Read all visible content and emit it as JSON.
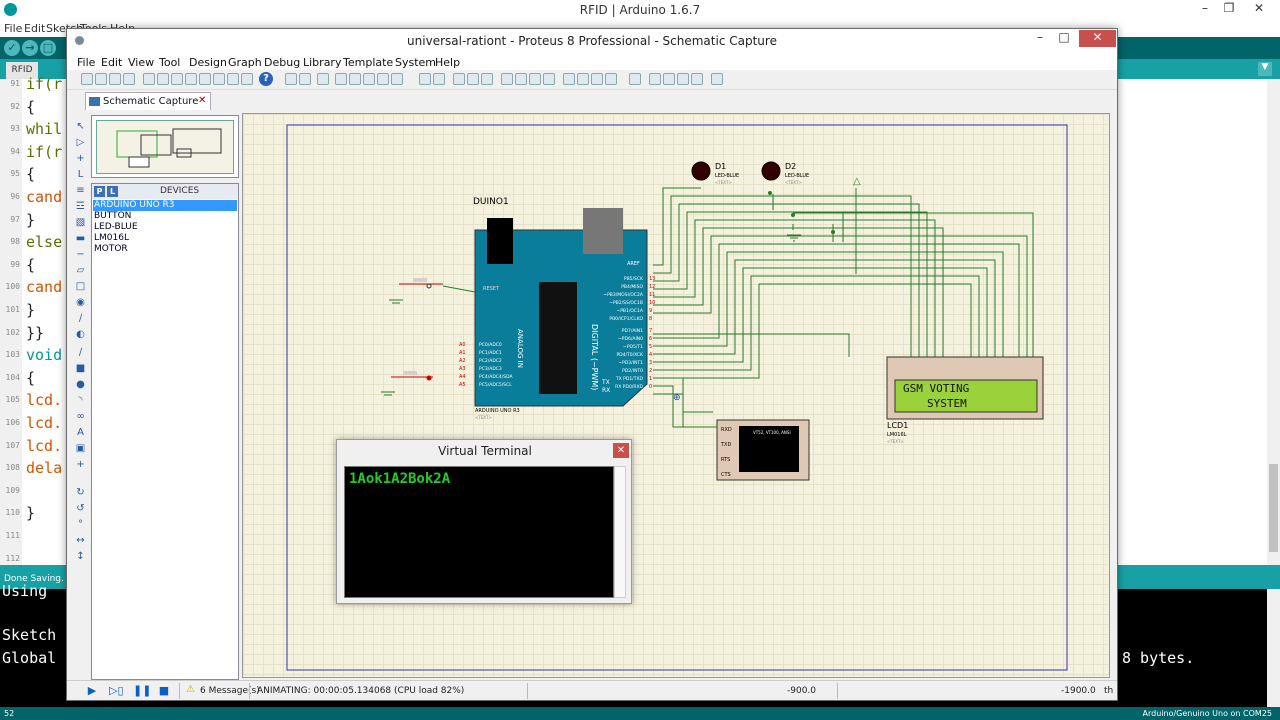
{
  "arduino": {
    "title": "RFID | Arduino 1.6.7",
    "menu": [
      "File",
      "Edit",
      "Sketch",
      "Tools",
      "Help"
    ],
    "tab": "RFID",
    "code_lines": [
      {
        "n": "91",
        "t": "if(r"
      },
      {
        "n": "92",
        "t": "{"
      },
      {
        "n": "93",
        "t": "whil"
      },
      {
        "n": "94",
        "t": "if(r"
      },
      {
        "n": "95",
        "t": "{"
      },
      {
        "n": "96",
        "t": "cand"
      },
      {
        "n": "97",
        "t": "}"
      },
      {
        "n": "98",
        "t": "else"
      },
      {
        "n": "99",
        "t": "{"
      },
      {
        "n": "100",
        "t": "cand"
      },
      {
        "n": "101",
        "t": "}"
      },
      {
        "n": "102",
        "t": "}}"
      },
      {
        "n": "103",
        "t": "void"
      },
      {
        "n": "104",
        "t": "{"
      },
      {
        "n": "105",
        "t": "lcd."
      },
      {
        "n": "106",
        "t": "lcd."
      },
      {
        "n": "107",
        "t": "lcd."
      },
      {
        "n": "108",
        "t": "dela"
      },
      {
        "n": "109",
        "t": ""
      },
      {
        "n": "110",
        "t": "}"
      },
      {
        "n": "111",
        "t": ""
      },
      {
        "n": "112",
        "t": ""
      }
    ],
    "status": "Done Saving.",
    "console": {
      "line1": "Using",
      "line2": "Sketch",
      "line3": "Global",
      "bytes": "8 bytes."
    },
    "footer_left": "52",
    "footer_right": "Arduino/Genuino Uno on COM25"
  },
  "proteus": {
    "title": "universal-rationt - Proteus 8 Professional - Schematic Capture",
    "menu": [
      "File",
      "Edit",
      "View",
      "Tool",
      "Design",
      "Graph",
      "Debug",
      "Library",
      "Template",
      "System",
      "Help"
    ],
    "tab_label": "Schematic Capture",
    "devices_header": "DEVICES",
    "devices": [
      "ARDUINO UNO R3",
      "BUTTON",
      "LED-BLUE",
      "LM016L",
      "MOTOR"
    ],
    "schematic": {
      "duino_label": "DUINO1",
      "duino_part": "ARDUINO UNO R3",
      "text_tag": "<TEXT>",
      "d1": "D1",
      "d2": "D2",
      "led_part": "LED-BLUE",
      "lcd_label": "LCD1",
      "lcd_part": "LM016L",
      "lcd_line1": "GSM VOTING",
      "lcd_line2": "SYSTEM",
      "reset": "RESET",
      "aref": "AREF",
      "analog_in": "ANALOG IN",
      "digital": "DIGITAL (~PWM)",
      "tx": "TX",
      "rx": "RX",
      "vt_pins": [
        "RXD",
        "TXD",
        "RTS",
        "CTS"
      ],
      "vt_part": "VT52, VT100, ANSI",
      "analog_pins": [
        "A0",
        "A1",
        "A2",
        "A3",
        "A4",
        "A5"
      ],
      "analog_pin_names": [
        "PC0/ADC0",
        "PC1/ADC1",
        "PC2/ADC2",
        "PC3/ADC3",
        "PC4/ADC4/SDA",
        "PC5/ADC5/SCL"
      ],
      "digital_pin_names": [
        "PB5/SCK",
        "PB4/MISO",
        "~PB3/MOSI/OC2A",
        "~PB2/SS/OC1B",
        "~PB1/OC1A",
        "PB0/ICP1/CLKO",
        "PD7/AIN1",
        "~PD6/AIN0",
        "~PD5/T1",
        "PD4/T0/XCK",
        "~PD3/INT1",
        "PD2/INT0",
        "TX PD1/TXD",
        "RX PD0/RXD"
      ],
      "digital_pin_numbers": [
        "13",
        "12",
        "11",
        "10",
        "9",
        "8",
        "7",
        "6",
        "5",
        "4",
        "3",
        "2",
        "1",
        "0"
      ]
    },
    "vterm": {
      "title": "Virtual Terminal",
      "text": "1Aok1A2Bok2A"
    },
    "status": {
      "messages": "6 Message(s)",
      "animating": "ANIMATING: 00:00:05.134068 (CPU load 82%)",
      "x": "-900.0",
      "y": "-1900.0",
      "unit": "th"
    }
  }
}
